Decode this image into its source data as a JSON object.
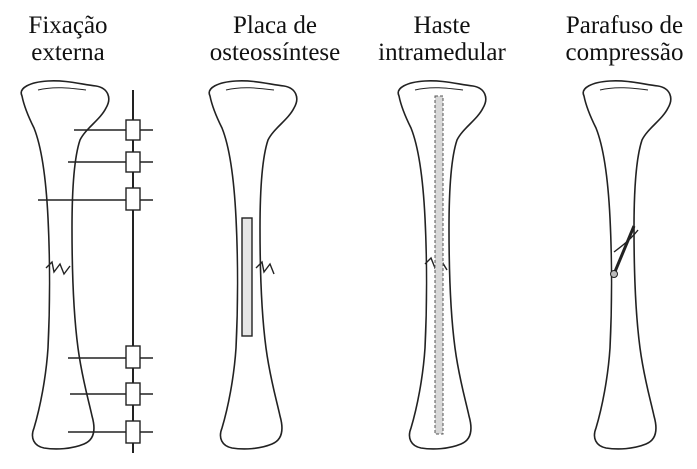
{
  "panels": [
    {
      "title_line1": "Fixação",
      "title_line2": "externa"
    },
    {
      "title_line1": "Placa de",
      "title_line2": "osteossíntese"
    },
    {
      "title_line1": "Haste",
      "title_line2": "intramedular"
    },
    {
      "title_line1": "Parafuso de",
      "title_line2": "compressão"
    }
  ]
}
